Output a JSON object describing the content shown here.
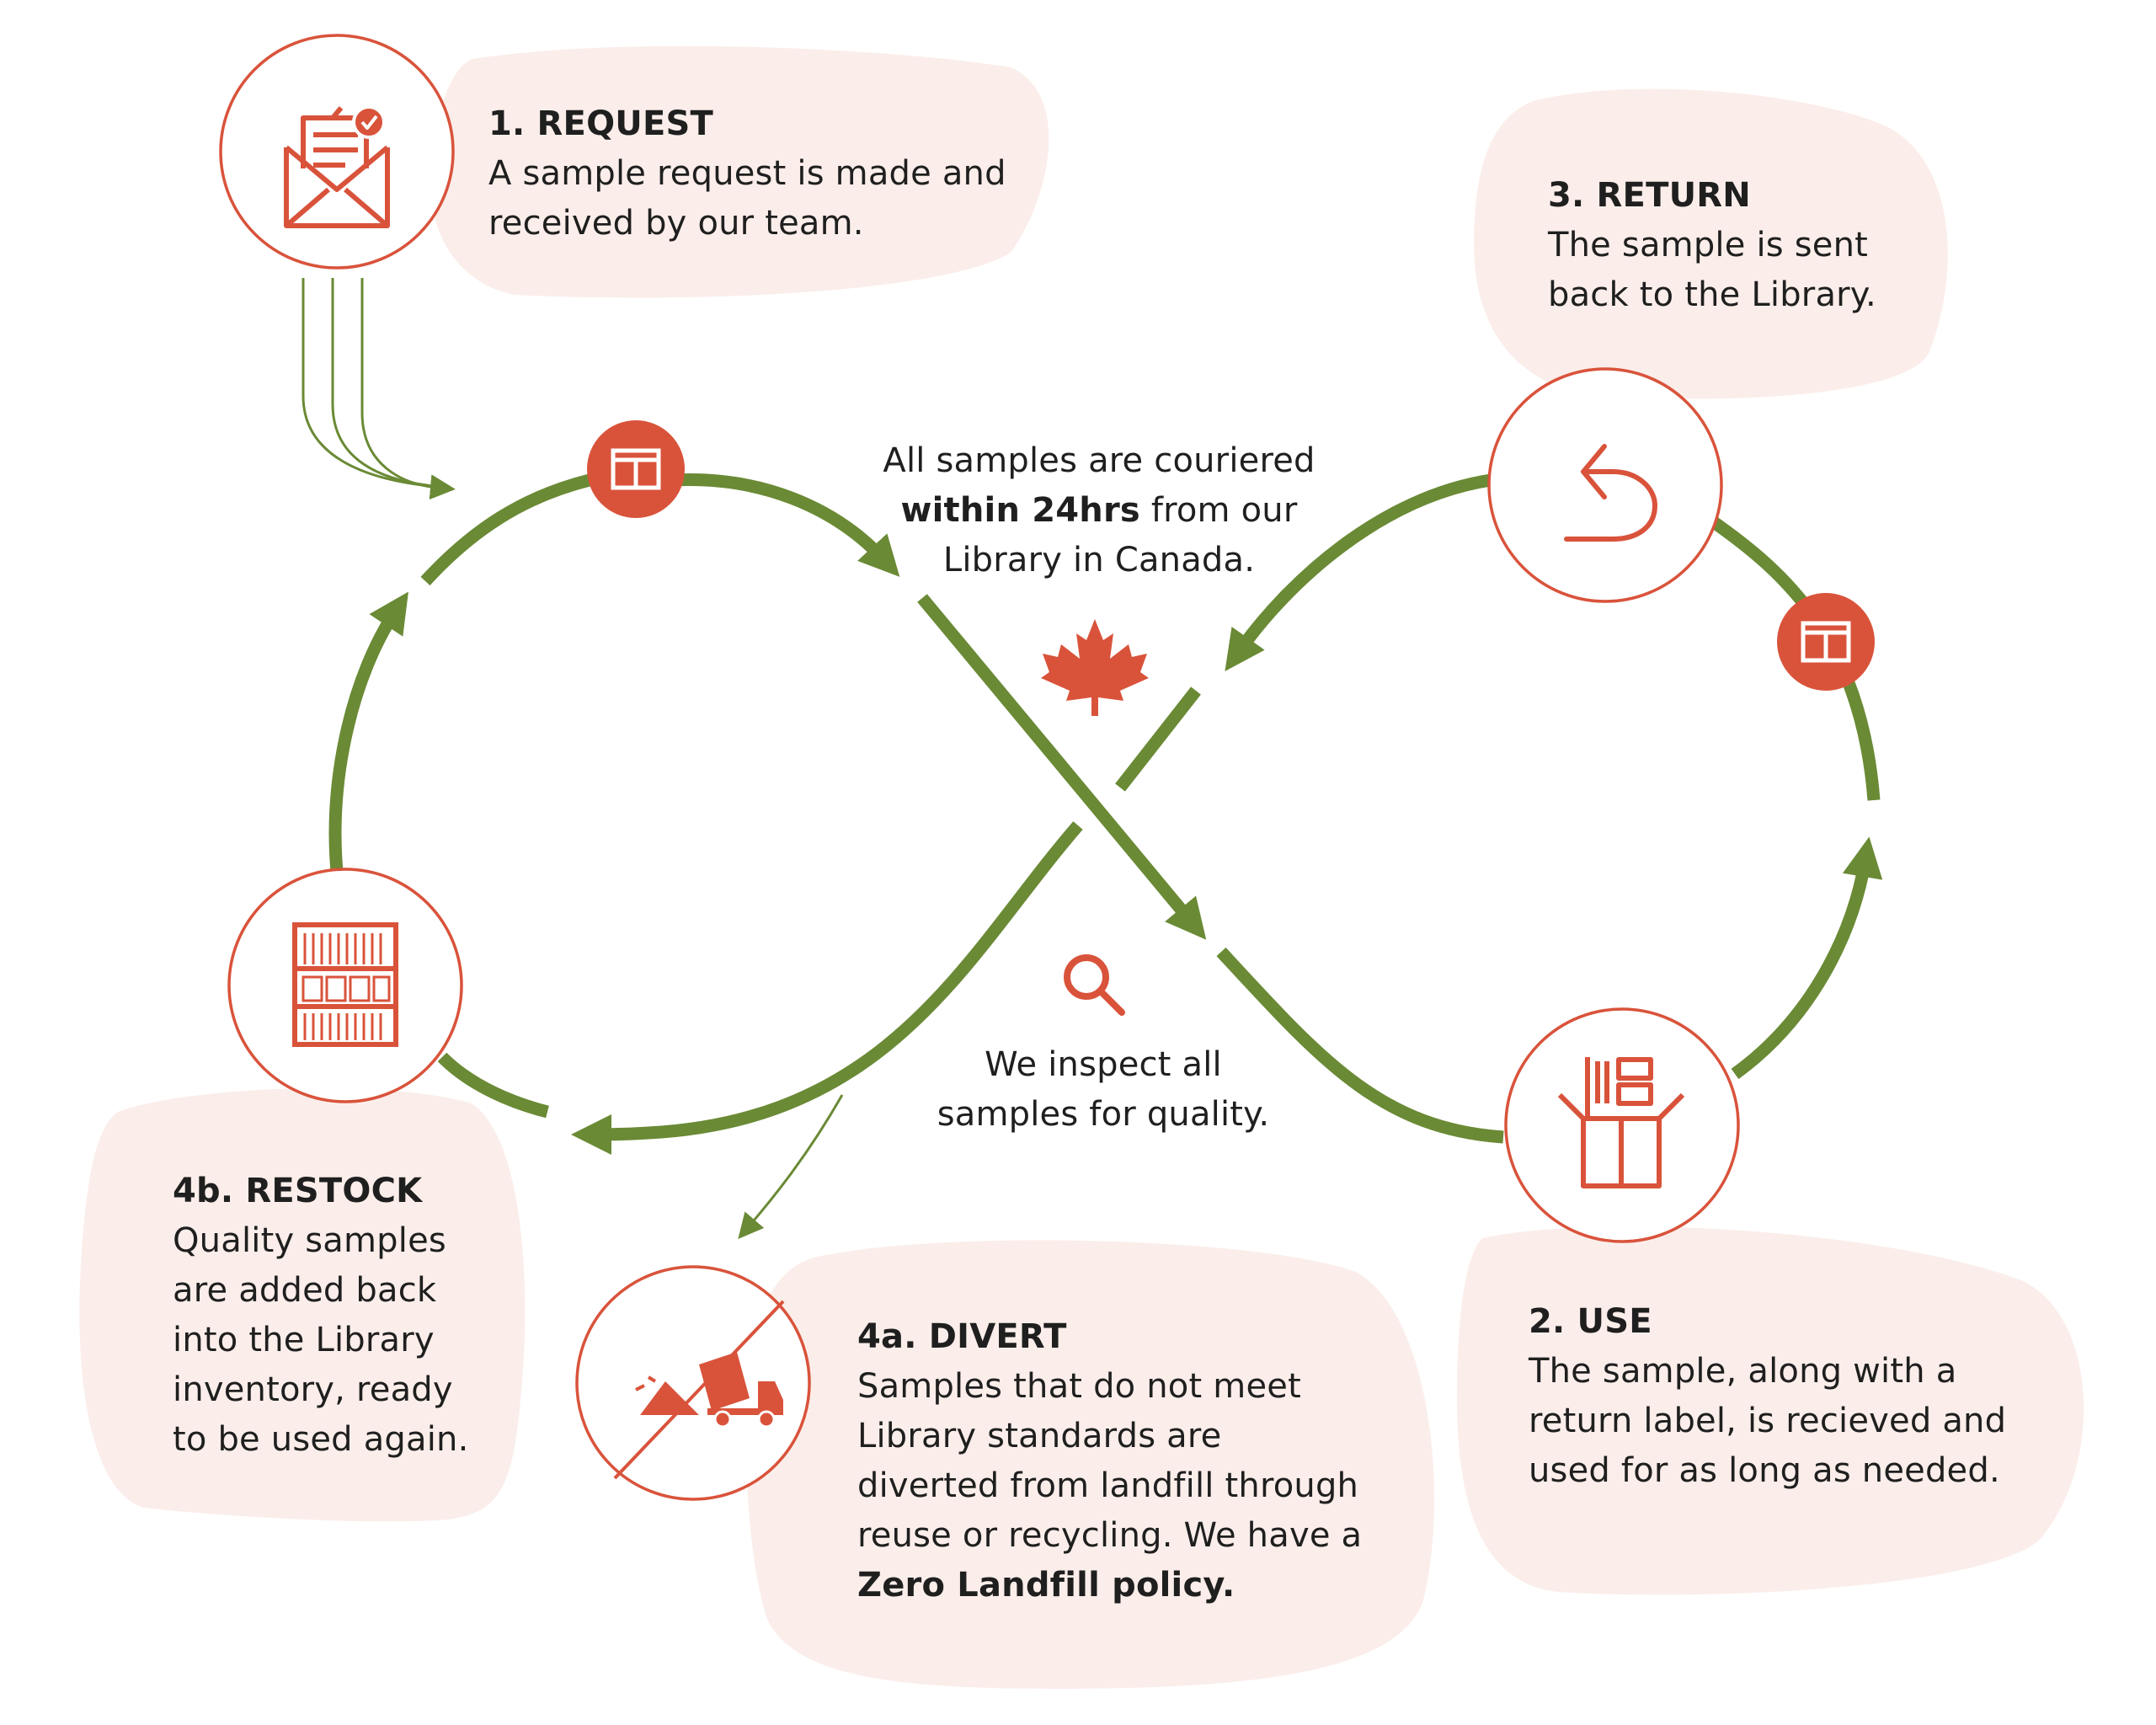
{
  "colors": {
    "accent": "#d9533b",
    "path": "#6a8a35",
    "blob": "#fbeeea",
    "text": "#1f1f1f"
  },
  "steps": {
    "request": {
      "title": "1. REQUEST",
      "line1": "A sample request is made and",
      "line2": "received by our team.",
      "icon": "envelope-check-icon"
    },
    "return": {
      "title": "3. RETURN",
      "line1": "The sample is sent",
      "line2": "back to the Library.",
      "icon": "return-arrow-icon"
    },
    "use": {
      "title": "2. USE",
      "line1": "The sample, along with a",
      "line2": "return label, is recieved and",
      "line3": "used for as long as needed.",
      "icon": "open-box-icon"
    },
    "restock": {
      "title": "4b. RESTOCK",
      "line1": "Quality samples",
      "line2": "are added back",
      "line3": "into the Library",
      "line4": "inventory, ready",
      "line5": "to be used again.",
      "icon": "shelf-icon"
    },
    "divert": {
      "title": "4a. DIVERT",
      "line1": "Samples that do not meet",
      "line2": "Library standards are",
      "line3": "diverted from landfill through",
      "line4": "reuse or recycling. We have a",
      "line5": "Zero Landfill policy.",
      "icon": "no-dump-truck-icon"
    }
  },
  "courier": {
    "line1": "All samples are couriered",
    "bold": "within 24hrs",
    "after_bold": " from our",
    "line3": "Library in Canada.",
    "icon": "maple-leaf-icon"
  },
  "inspect": {
    "line1": "We inspect all",
    "line2": "samples for quality.",
    "icon": "magnifier-icon"
  },
  "badges": {
    "icon": "sample-box-icon"
  }
}
